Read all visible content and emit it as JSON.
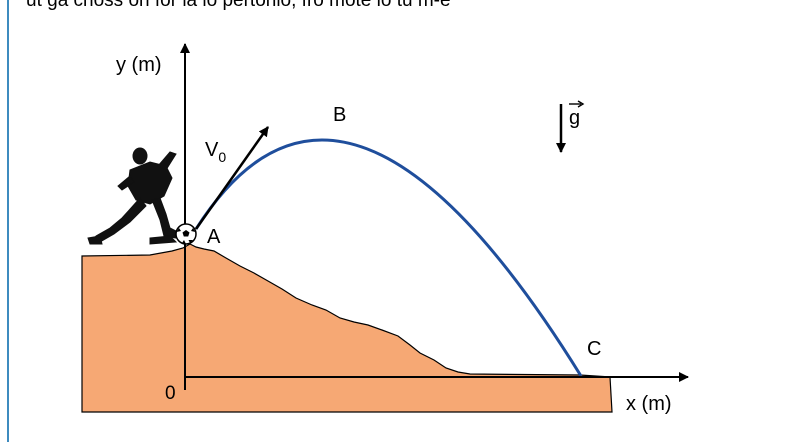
{
  "top_text": "ut ga choss on for la lo pertonio, fro mote lo tu m-e",
  "axes": {
    "y_label": "y (m)",
    "x_label": "x (m)",
    "origin_label": "0"
  },
  "points": {
    "A": "A",
    "B": "B",
    "C": "C"
  },
  "velocity": {
    "base": "V",
    "subscript": "0"
  },
  "gravity": {
    "label": "g"
  },
  "colors": {
    "ground": "#f6a874",
    "trajectory": "#1f4e9c",
    "frame_left": "#3d8bbf"
  },
  "icons": [
    "soccer-player-silhouette",
    "soccer-ball-icon"
  ]
}
